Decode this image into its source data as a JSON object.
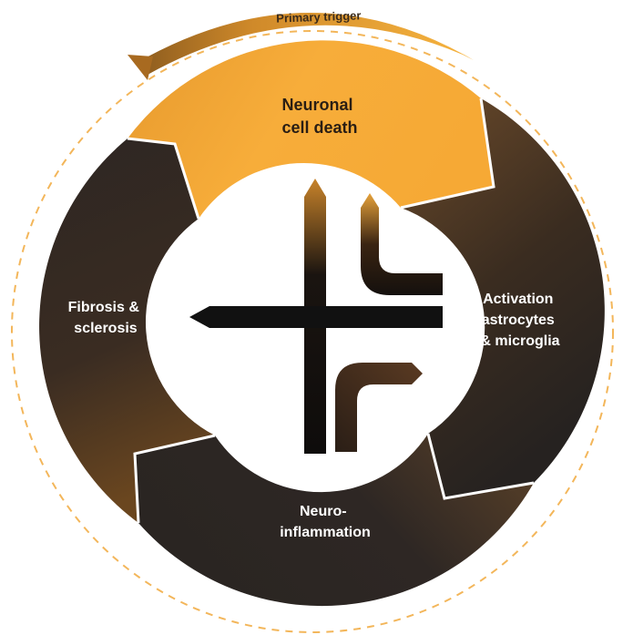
{
  "trigger": {
    "label": "Primary trigger"
  },
  "cycle": {
    "neuronal_death": {
      "line1": "Neuronal",
      "line2": "cell death"
    },
    "activation": {
      "line1": "Activation",
      "line2": "astrocytes",
      "line3": "& microglia"
    },
    "neuroinflammation": {
      "line1": "Neuro-",
      "line2": "inflammation"
    },
    "fibrosis": {
      "line1": "Fibrosis &",
      "line2": "sclerosis"
    }
  },
  "colors": {
    "orange": "#f6a935",
    "orange_dark": "#b5711f",
    "brown": "#5a3e24",
    "dark": "#2a2522",
    "center_symbol": "#111111",
    "dashed_ring": "#f3b65a"
  }
}
